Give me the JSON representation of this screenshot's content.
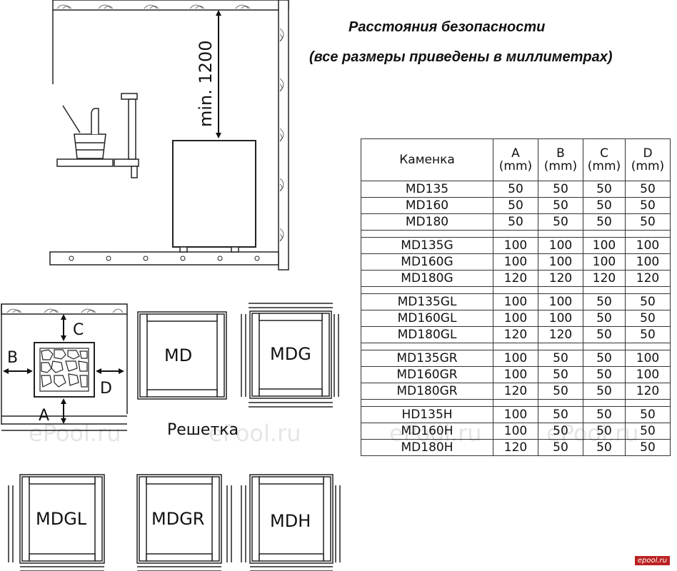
{
  "title": {
    "line1": "Расстояния безопасности",
    "line2": "(все размеры приведены в миллиметрах)"
  },
  "side_view": {
    "dimension_label": "min. 1200"
  },
  "top_view": {
    "labels": {
      "a": "A",
      "b": "B",
      "c": "C",
      "d": "D"
    },
    "caption": "Решетка"
  },
  "grids": [
    {
      "name": "MD"
    },
    {
      "name": "MDG"
    },
    {
      "name": "MDGL"
    },
    {
      "name": "MDGR"
    },
    {
      "name": "MDH"
    }
  ],
  "table": {
    "headers": [
      "Каменка",
      "A\n(mm)",
      "B\n(mm)",
      "C\n(mm)",
      "D\n(mm)"
    ],
    "groups": [
      [
        [
          "MD135",
          "50",
          "50",
          "50",
          "50"
        ],
        [
          "MD160",
          "50",
          "50",
          "50",
          "50"
        ],
        [
          "MD180",
          "50",
          "50",
          "50",
          "50"
        ]
      ],
      [
        [
          "MD135G",
          "100",
          "100",
          "100",
          "100"
        ],
        [
          "MD160G",
          "100",
          "100",
          "100",
          "100"
        ],
        [
          "MD180G",
          "120",
          "120",
          "120",
          "120"
        ]
      ],
      [
        [
          "MD135GL",
          "100",
          "100",
          "50",
          "50"
        ],
        [
          "MD160GL",
          "100",
          "100",
          "50",
          "50"
        ],
        [
          "MD180GL",
          "120",
          "120",
          "50",
          "50"
        ]
      ],
      [
        [
          "MD135GR",
          "100",
          "50",
          "50",
          "100"
        ],
        [
          "MD160GR",
          "100",
          "50",
          "50",
          "100"
        ],
        [
          "MD180GR",
          "120",
          "50",
          "50",
          "120"
        ]
      ],
      [
        [
          "HD135H",
          "100",
          "50",
          "50",
          "50"
        ],
        [
          "MD160H",
          "100",
          "50",
          "50",
          "50"
        ],
        [
          "MD180H",
          "120",
          "50",
          "50",
          "50"
        ]
      ]
    ]
  },
  "watermarks": [
    "ePool.ru",
    "ePool.ru",
    "ePool.ru",
    "ePool.ru"
  ],
  "corner_logo": "epool.ru"
}
